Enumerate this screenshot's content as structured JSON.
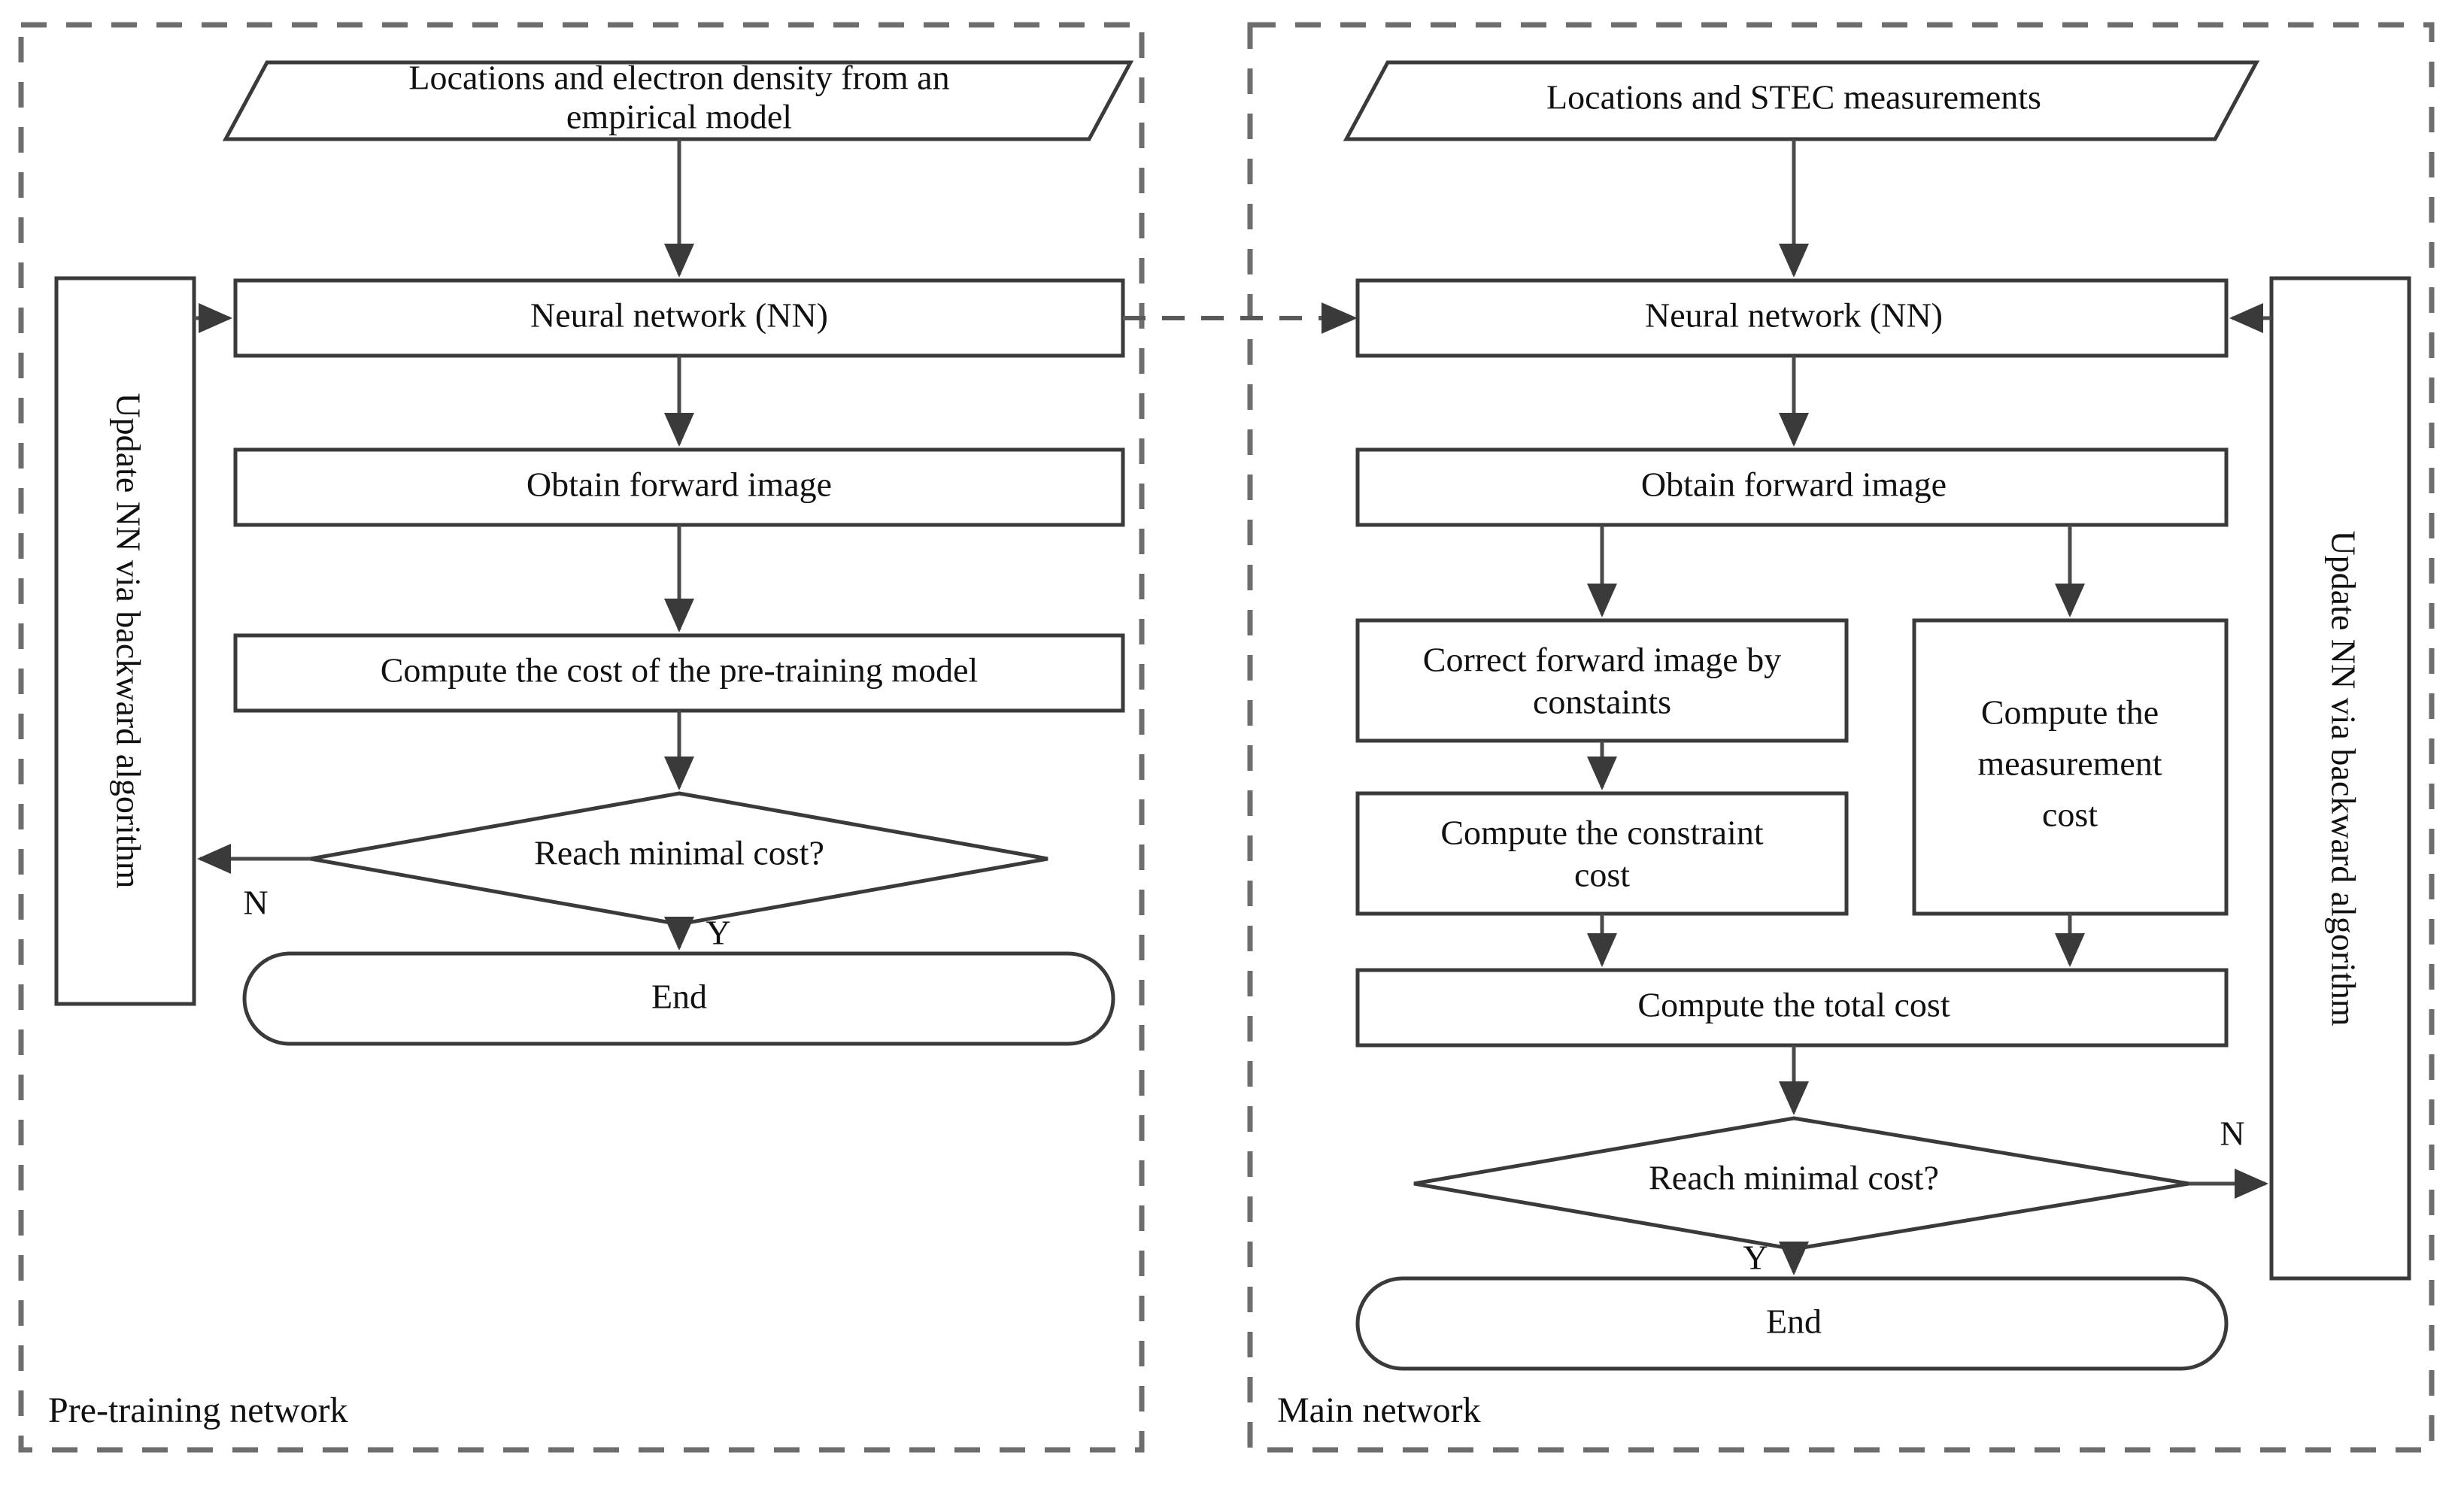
{
  "figure": {
    "type": "flowchart",
    "description": "Two-stage neural-network training flowchart: pre-training network and main network"
  },
  "panels": [
    {
      "id": "pre-training",
      "label": "Pre-training network",
      "side_box_label": "Update NN via backward algorithm",
      "nodes": [
        {
          "id": "input",
          "shape": "parallelogram",
          "label": "Locations and electron density from an empirical model",
          "lines": [
            "Locations and electron density from an",
            "empirical model"
          ]
        },
        {
          "id": "nn",
          "shape": "rect",
          "label": "Neural network (NN)",
          "lines": [
            "Neural network (NN)"
          ]
        },
        {
          "id": "forward",
          "shape": "rect",
          "label": "Obtain forward image",
          "lines": [
            "Obtain forward image"
          ]
        },
        {
          "id": "cost",
          "shape": "rect",
          "label": "Compute the cost of the pre-training model",
          "lines": [
            "Compute the cost of the pre-training model"
          ]
        },
        {
          "id": "decide",
          "shape": "diamond",
          "label": "Reach minimal cost?",
          "lines": [
            "Reach minimal cost?"
          ]
        },
        {
          "id": "end",
          "shape": "rounded",
          "label": "End",
          "lines": [
            "End"
          ]
        }
      ],
      "branch_no": "N",
      "branch_yes": "Y"
    },
    {
      "id": "main",
      "label": "Main network",
      "side_box_label": "Update NN via backward algorithm",
      "nodes": [
        {
          "id": "input",
          "shape": "parallelogram",
          "label": "Locations and STEC measurements",
          "lines": [
            "Locations and STEC measurements"
          ]
        },
        {
          "id": "nn",
          "shape": "rect",
          "label": "Neural network (NN)",
          "lines": [
            "Neural network (NN)"
          ]
        },
        {
          "id": "forward",
          "shape": "rect",
          "label": "Obtain forward image",
          "lines": [
            "Obtain forward image"
          ]
        },
        {
          "id": "correct",
          "shape": "rect",
          "label": "Correct forward image by constaints",
          "lines": [
            "Correct forward image by",
            "constaints"
          ]
        },
        {
          "id": "meascost",
          "shape": "rect",
          "label": "Compute the measurement cost",
          "lines": [
            "Compute the",
            "measurement",
            "cost"
          ]
        },
        {
          "id": "conscost",
          "shape": "rect",
          "label": "Compute the constraint cost",
          "lines": [
            "Compute the constraint",
            "cost"
          ]
        },
        {
          "id": "total",
          "shape": "rect",
          "label": "Compute the total cost",
          "lines": [
            "Compute the total cost"
          ]
        },
        {
          "id": "decide",
          "shape": "diamond",
          "label": "Reach minimal cost?",
          "lines": [
            "Reach minimal cost?"
          ]
        },
        {
          "id": "end",
          "shape": "rounded",
          "label": "End",
          "lines": [
            "End"
          ]
        }
      ],
      "branch_no": "N",
      "branch_yes": "Y"
    }
  ],
  "cross_link": {
    "from": "pre-training.nn",
    "to": "main.nn",
    "style": "dashed-arrow"
  },
  "colors": {
    "background": "#ffffff",
    "stroke": "#3a3a3a",
    "panel_stroke": "#6e6e6e",
    "text": "#111111"
  }
}
